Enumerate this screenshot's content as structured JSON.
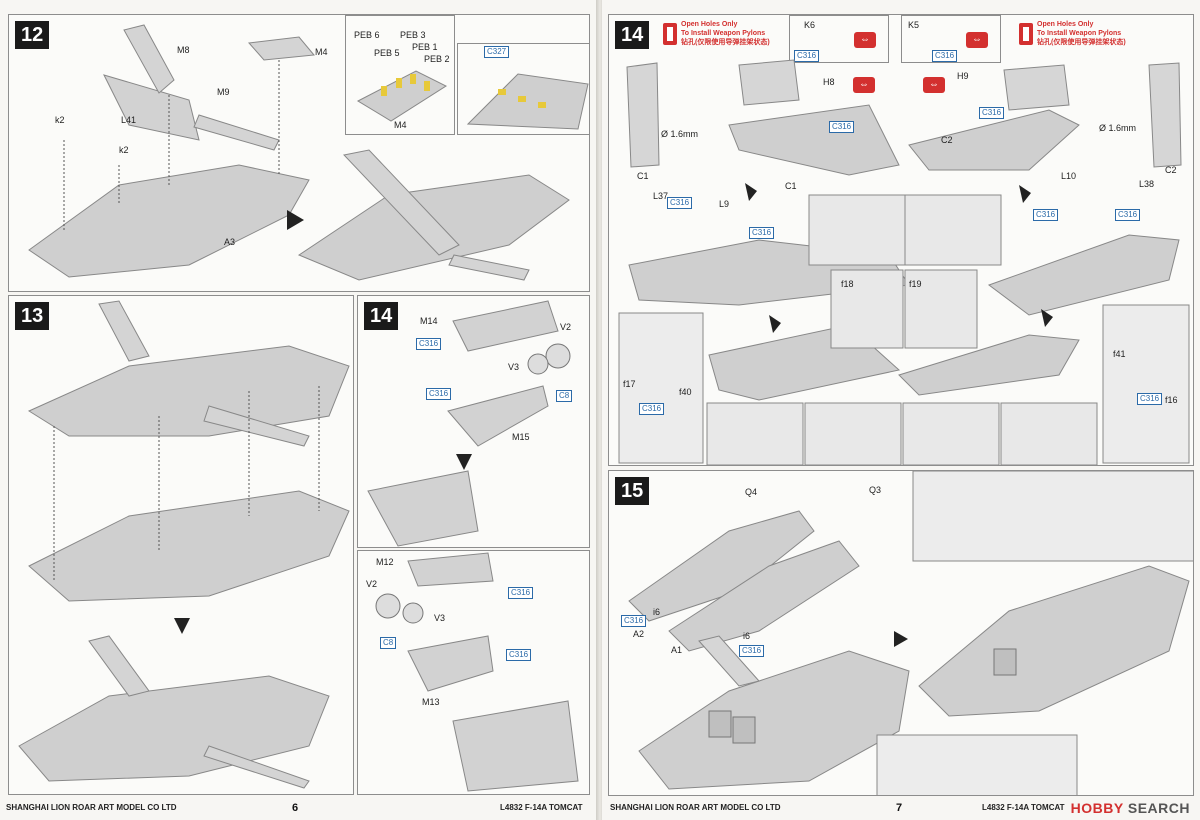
{
  "left_page": {
    "step12": {
      "number": "12",
      "labels": {
        "M8": "M8",
        "M4": "M4",
        "L41": "L41",
        "M9": "M9",
        "k2a": "k2",
        "k2b": "k2",
        "A3": "A3"
      },
      "inset": {
        "peb6": "PEB 6",
        "peb5": "PEB 5",
        "peb3": "PEB 3",
        "peb1": "PEB 1",
        "peb2": "PEB 2",
        "m4": "M4"
      },
      "c327": "C327"
    },
    "step13": {
      "number": "13"
    },
    "step14": {
      "number": "14",
      "labels": {
        "M14": "M14",
        "V2": "V2",
        "V3": "V3",
        "M15": "M15",
        "C8": "C8",
        "C316a": "C316",
        "C316b": "C316"
      }
    },
    "step14b": {
      "labels": {
        "M12": "M12",
        "V2": "V2",
        "V3": "V3",
        "C8": "C8",
        "M13": "M13",
        "C316a": "C316",
        "C316b": "C316"
      }
    },
    "footer": "SHANGHAI LION ROAR ART MODEL CO LTD",
    "page_number": "6",
    "model": "L4832  F-14A  TOMCAT"
  },
  "right_page": {
    "step14": {
      "number": "14",
      "notice_en_1": "Open Holes Only",
      "notice_en_2": "To Install Weapon Pylons",
      "notice_cn": "钻孔(仅限使用导弹挂架状态)",
      "labels": {
        "K6": "K6",
        "K5": "K5",
        "H8": "H8",
        "H9": "H9",
        "C1a": "C1",
        "C1b": "C1",
        "C2a": "C2",
        "C2b": "C2",
        "dia1": "Ø 1.6mm",
        "dia2": "Ø 1.6mm",
        "L37": "L37",
        "L9": "L9",
        "L10": "L10",
        "L38": "L38",
        "f18": "f18",
        "f19": "f19",
        "f17": "f17",
        "f40": "f40",
        "f41": "f41",
        "f16": "f16",
        "C316": "C316"
      }
    },
    "step15": {
      "number": "15",
      "labels": {
        "Q4": "Q4",
        "Q3": "Q3",
        "i6a": "i6",
        "i6b": "i6",
        "A2": "A2",
        "A1": "A1",
        "C316a": "C316",
        "C316b": "C316"
      }
    },
    "footer": "SHANGHAI LION ROAR ART MODEL CO LTD",
    "page_number": "7",
    "model": "L4832  F-14A  TOMCAT",
    "watermark_a": "HOBBY",
    "watermark_b": "SEARCH"
  }
}
